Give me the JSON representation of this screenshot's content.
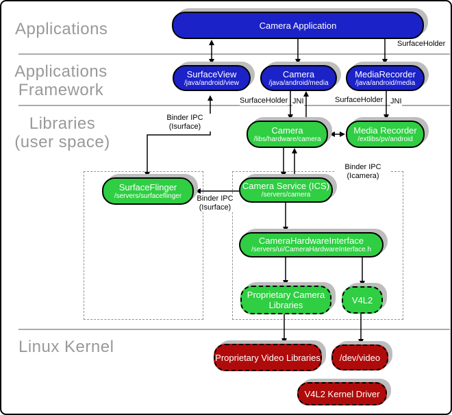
{
  "diagram": {
    "layers": {
      "applications": "Applications",
      "framework": [
        "Applications",
        "Framework"
      ],
      "libraries": [
        "Libraries",
        "(user space)"
      ],
      "kernel": "Linux Kernel"
    }
  },
  "nodes": {
    "camera_application": {
      "title": "Camera Application"
    },
    "surface_view": {
      "title": "SurfaceView",
      "subtitle": "/java/android/view"
    },
    "camera_java": {
      "title": "Camera",
      "subtitle": "/java/android/media"
    },
    "media_recorder_java": {
      "title": "MediaRecorder",
      "subtitle": "/java/android/media"
    },
    "camera_libs": {
      "title": "Camera",
      "subtitle": "/libs/hardware/camera"
    },
    "media_recorder_lib": {
      "title": "Media Recorder",
      "subtitle": "/extlibs/pv/android"
    },
    "surface_flinger": {
      "title": "SurfaceFlinger",
      "subtitle": "/servers/surfaceflinger"
    },
    "camera_service": {
      "title": "Camera Service (ICS)",
      "subtitle": "/servers/camera"
    },
    "camera_hardware_interface": {
      "title": "CameraHardwareInterface",
      "subtitle": "/servers/ui/CameraHardwareInterface.h"
    },
    "proprietary_camera_libraries": {
      "title": "Proprietary Camera Libraries"
    },
    "v4l2": {
      "title": "V4L2"
    },
    "proprietary_video_libraries": {
      "title": "Proprietary Video Libraries"
    },
    "dev_video": {
      "title": "/dev/video"
    },
    "v4l2_kernel_driver": {
      "title": "V4L2 Kernel Driver"
    }
  },
  "edge_labels": {
    "surfaceholder_top": "SurfaceHolder",
    "surfaceholder_camera": "SurfaceHolder",
    "jni_camera": "JNI",
    "surfaceholder_recorder": "SurfaceHolder",
    "jni_recorder": "JNI",
    "binder_ipc_surfaceview_line1": "Binder IPC",
    "binder_ipc_surfaceview_line2": "(Isurface)",
    "binder_ipc_service_line1": "Binder IPC",
    "binder_ipc_service_line2": "(Isurface)",
    "binder_ipc_icamera_line1": "Binder IPC",
    "binder_ipc_icamera_line2": "(Icamera)"
  },
  "colors": {
    "framework_blue": "#1B22C8",
    "userspace_green": "#2FCE43",
    "kernel_red": "#B00B0B",
    "box_shadow": "#BDBDBD",
    "layer_label_gray": "#999999"
  }
}
